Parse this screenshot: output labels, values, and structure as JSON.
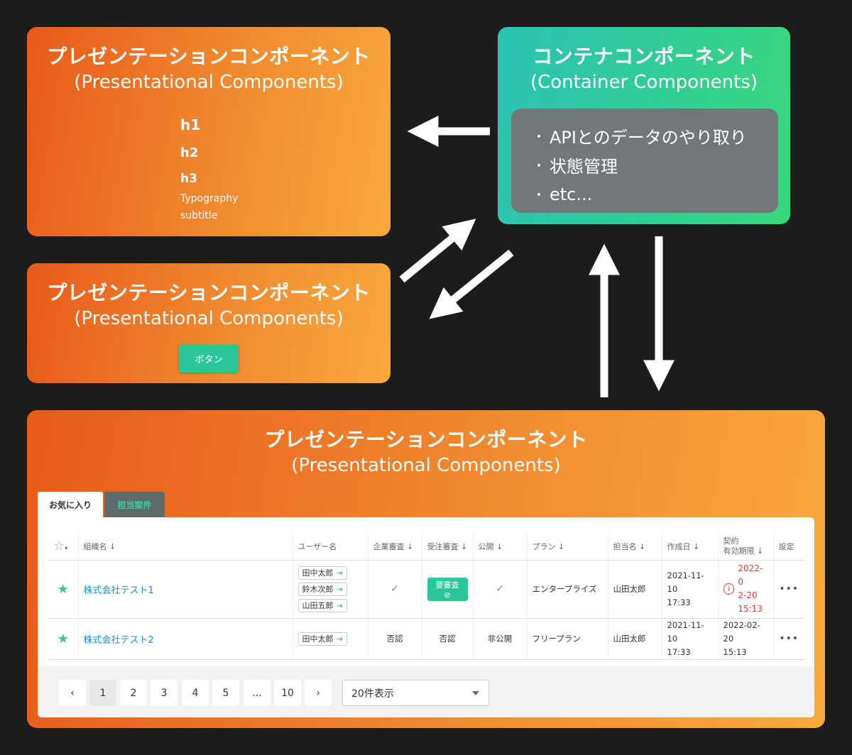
{
  "panels": {
    "typography": {
      "title": "プレゼンテーションコンポーネント",
      "subtitle": "(Presentational Components)",
      "items": [
        "h1",
        "h2",
        "h3",
        "Typography",
        "subtitle"
      ]
    },
    "button": {
      "title": "プレゼンテーションコンポーネント",
      "subtitle": "(Presentational Components)",
      "button_label": "ボタン"
    },
    "container": {
      "title": "コンテナコンポーネント",
      "subtitle": "(Container Components)",
      "bullets": [
        "APIとのデータのやり取り",
        "状態管理",
        "etc..."
      ]
    },
    "table": {
      "title": "プレゼンテーションコンポーネント",
      "subtitle": "(Presentational Components)"
    }
  },
  "tabs": [
    "お気に入り",
    "担当案件"
  ],
  "table": {
    "headers": [
      "組織名",
      "ユーザー名",
      "企業審査",
      "受注審査",
      "公開",
      "プラン",
      "担当名",
      "作成日",
      "契約",
      "有効期限",
      "設定"
    ],
    "rows": [
      {
        "org": "株式会社テスト1",
        "users": [
          "田中太郎",
          "鈴木次郎",
          "山田五郎"
        ],
        "company_review": "✓",
        "order_review": "要審査",
        "public": "✓",
        "plan": "エンタープライズ",
        "owner": "山田太郎",
        "created": [
          "2021-11-10",
          "17:33"
        ],
        "expiry": [
          "2022-0",
          "2-20",
          "15:13"
        ],
        "expiry_warning": true,
        "settings": "•••"
      },
      {
        "org": "株式会社テスト2",
        "users": [
          "田中太郎"
        ],
        "company_review": "否認",
        "order_review": "否認",
        "public": "非公開",
        "plan": "フリープラン",
        "owner": "山田太郎",
        "created": [
          "2021-11-10",
          "17:33"
        ],
        "expiry": [
          "2022-02-20",
          "15:13"
        ],
        "expiry_warning": false,
        "settings": "•••"
      }
    ]
  },
  "pagination": {
    "prev": "‹",
    "next": "›",
    "pages": [
      "1",
      "2",
      "3",
      "4",
      "5",
      "...",
      "10"
    ],
    "current": "1",
    "page_size": "20件表示"
  },
  "colors": {
    "accent_green": "#2dc59a",
    "link_blue": "#1a8ed0",
    "warning_red": "#e53935"
  }
}
